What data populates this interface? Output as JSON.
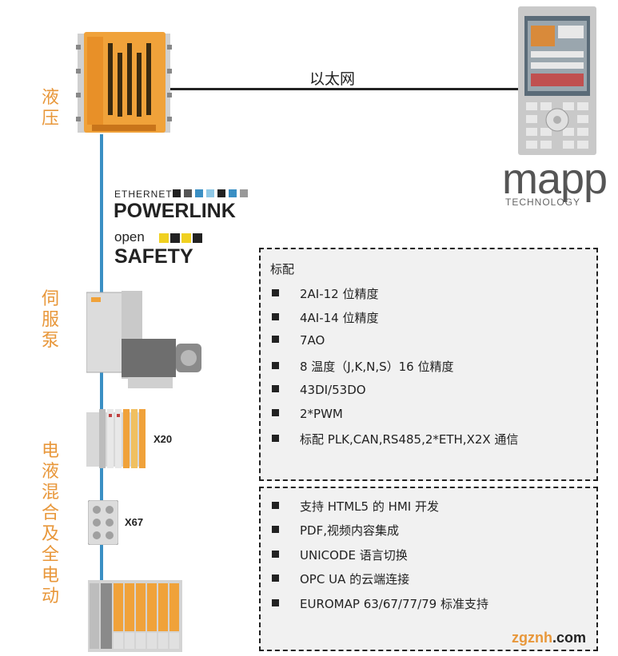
{
  "labels": {
    "hydraulic": "液压",
    "servo_pump": "伺服泵",
    "hybrid_electric": "电液混合及全电动",
    "ethernet": "以太网"
  },
  "powerlink": {
    "line1": "ETHERNET",
    "line2": "POWERLINK",
    "line3": "open",
    "line4": "SAFETY"
  },
  "mapp": {
    "logo": "mapp",
    "sub": "TECHNOLOGY"
  },
  "devices": {
    "x20": "X20",
    "x67": "X67"
  },
  "panel_standard": {
    "header": "标配",
    "items": [
      "2AI-12 位精度",
      "4AI-14 位精度",
      "7AO",
      "8 温度（J,K,N,S）16 位精度",
      "43DI/53DO",
      "2*PWM",
      "标配 PLK,CAN,RS485,2*ETH,X2X 通信"
    ]
  },
  "panel_hmi": {
    "items": [
      "支持 HTML5 的 HMI 开发",
      "PDF,视频内容集成",
      "UNICODE 语言切换",
      "OPC UA 的云端连接",
      "EUROMAP 63/67/77/79 标准支持"
    ]
  },
  "watermark": {
    "brand": "zgznh",
    "suffix": ".com"
  },
  "colors": {
    "accent_orange": "#e8973a",
    "bus_blue": "#3a8fc4",
    "panel_bg": "#f1f1f1"
  }
}
